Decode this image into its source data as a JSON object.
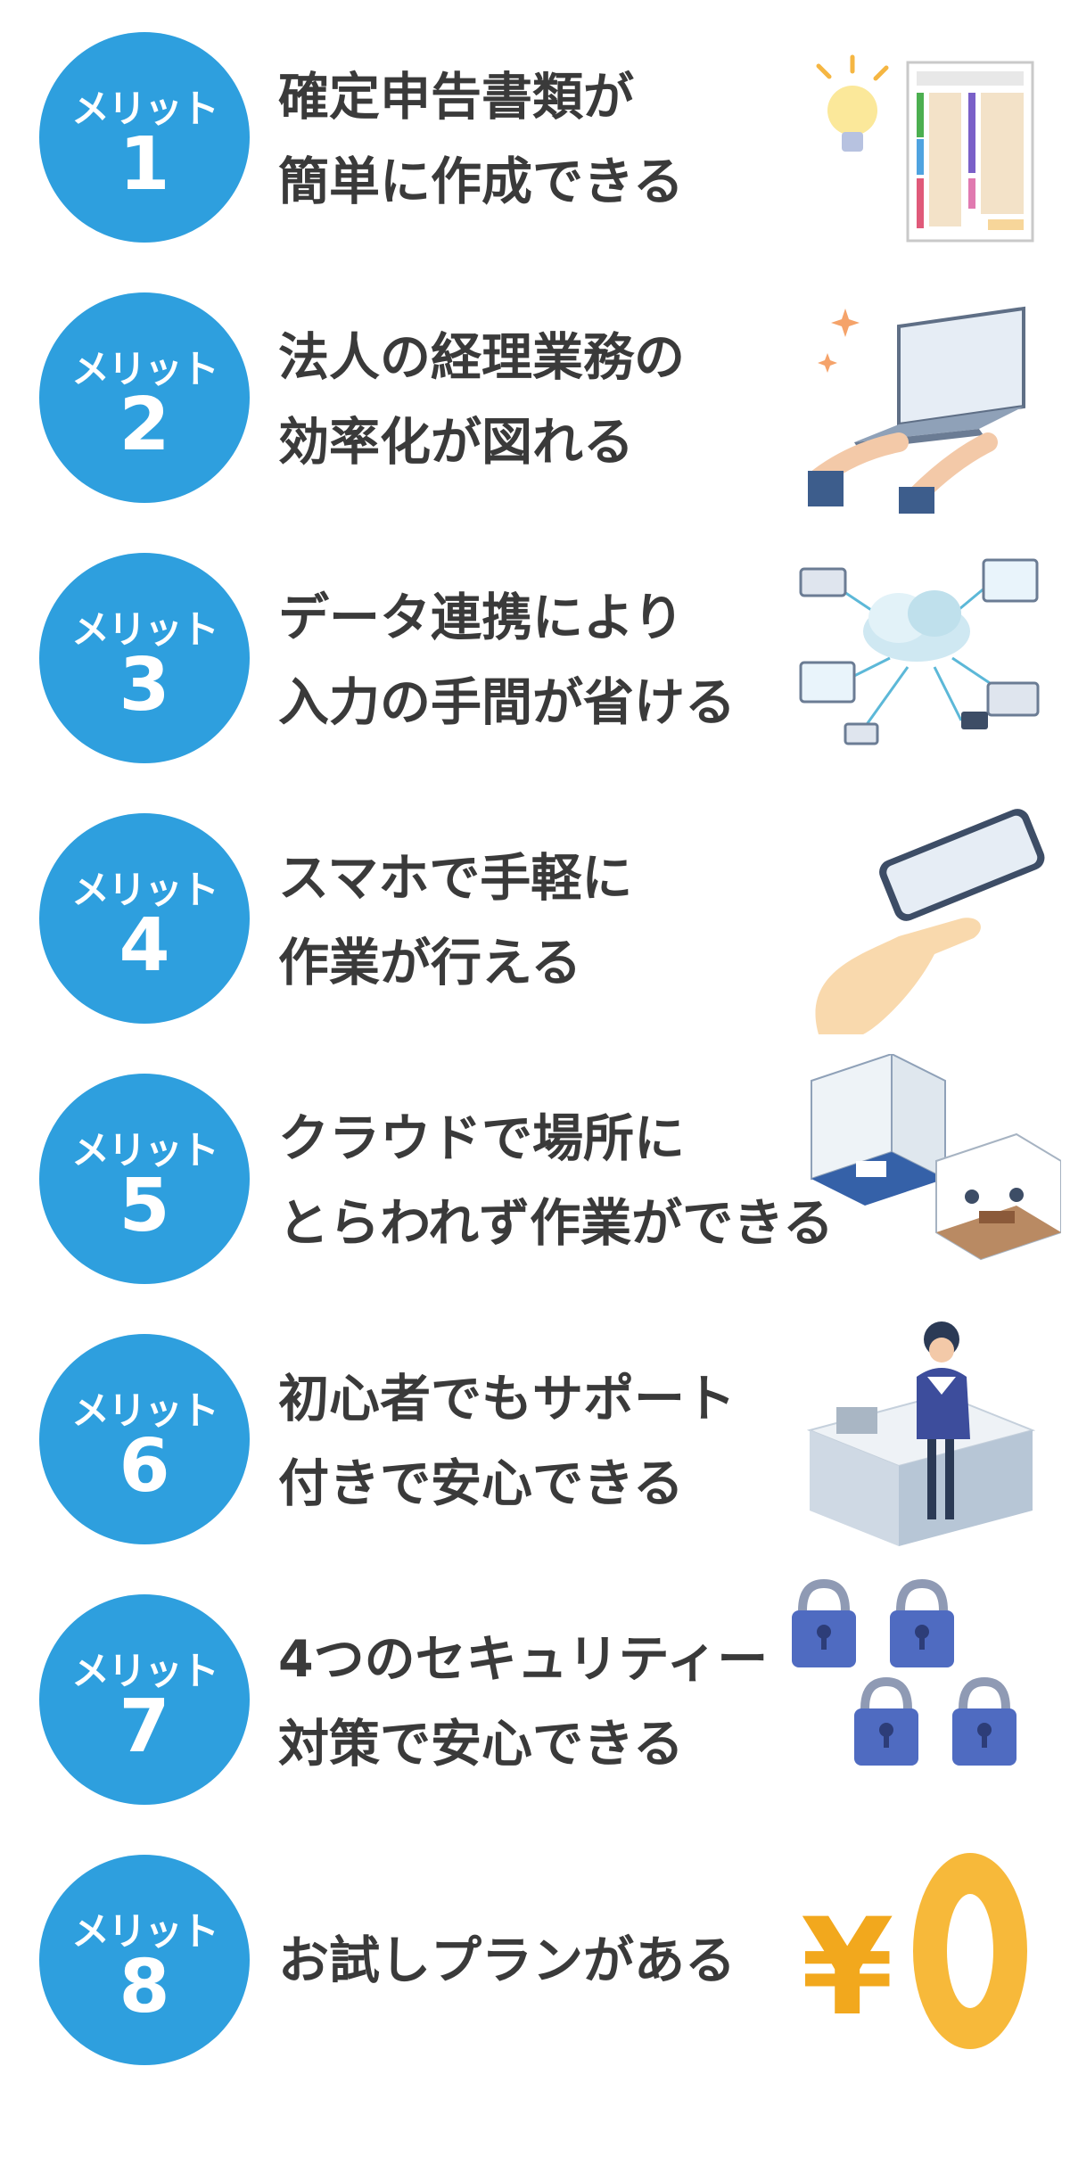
{
  "colors": {
    "badge": "#2e9fde",
    "text": "#3a3a3a"
  },
  "items": [
    {
      "label": "メリット",
      "number": "1",
      "line1": "確定申告書類が",
      "line2": "簡単に作成できる",
      "icon": "tax-form-icon"
    },
    {
      "label": "メリット",
      "number": "2",
      "line1": "法人の経理業務の",
      "line2": "効率化が図れる",
      "icon": "laptop-typing-icon"
    },
    {
      "label": "メリット",
      "number": "3",
      "line1": "データ連携により",
      "line2": "入力の手間が省ける",
      "icon": "cloud-sync-icon"
    },
    {
      "label": "メリット",
      "number": "4",
      "line1": "スマホで手軽に",
      "line2": "作業が行える",
      "icon": "smartphone-hand-icon"
    },
    {
      "label": "メリット",
      "number": "5",
      "line1": "クラウドで場所に",
      "line2": "とらわれず作業ができる",
      "icon": "remote-work-rooms-icon"
    },
    {
      "label": "メリット",
      "number": "6",
      "line1": "初心者でもサポート",
      "line2": "付きで安心できる",
      "icon": "support-operator-icon"
    },
    {
      "label": "メリット",
      "number": "7",
      "line1": "4つのセキュリティー",
      "line2": "対策で安心できる",
      "icon": "padlocks-icon"
    },
    {
      "label": "メリット",
      "number": "8",
      "line1": "お試しプランがある",
      "line2": "",
      "icon": "zero-yen-icon"
    }
  ]
}
